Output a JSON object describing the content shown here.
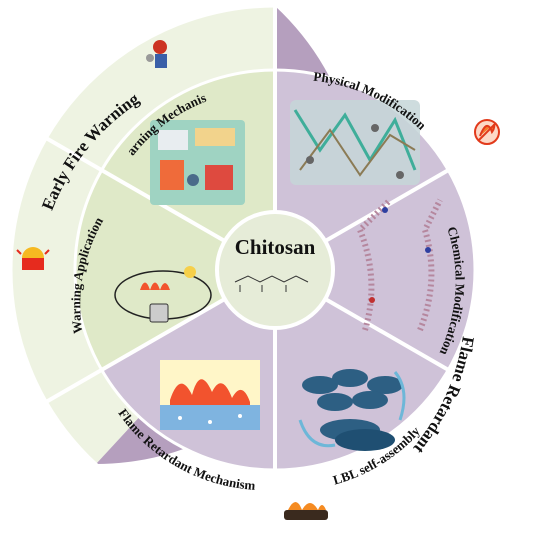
{
  "center": {
    "title": "Chitosan"
  },
  "outer_ring": {
    "early_fire_warning": "Early Fire Warning",
    "flame_retardant": "Flame Retardant"
  },
  "sectors": {
    "warning_mechanism": "Warning Mechanism",
    "physical_modification": "Physical Modification",
    "chemical_modification": "Chemical Modification",
    "lbl_self_assembly": "LBL self-assembly",
    "flame_retardant_mechanism": "Flame Retardant Mechanism",
    "warning_application": "Warning Application"
  },
  "colors": {
    "outer_green": "#eef3e2",
    "outer_purple": "#b59fbe",
    "sector_green": "#dfe9c8",
    "sector_purple": "#cfc2d8",
    "center_fill": "#e6ecd8"
  }
}
